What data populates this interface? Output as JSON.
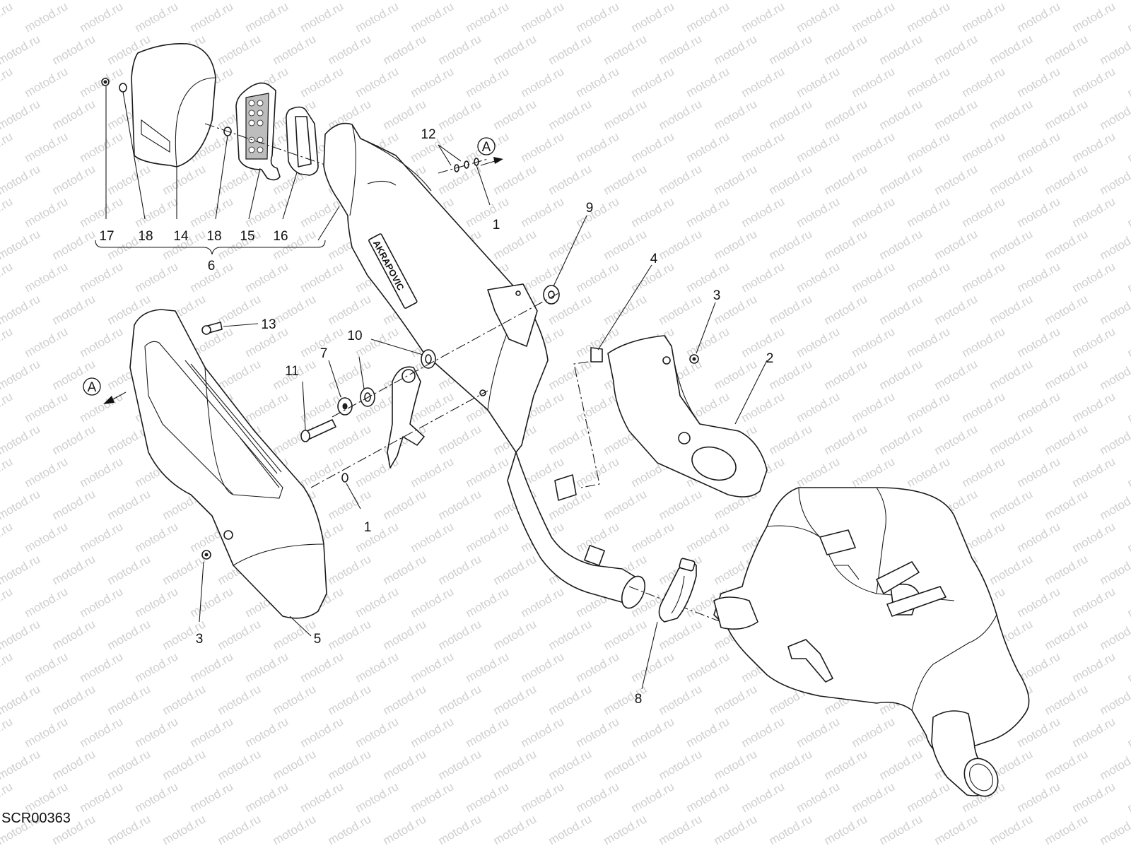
{
  "diagram": {
    "drawing_code": "SCR00363",
    "watermark_text": "motod.ru",
    "view_marker": "A",
    "brand_mark": "AKRAPOVIC",
    "callouts": [
      {
        "id": "c17",
        "text": "17"
      },
      {
        "id": "c18a",
        "text": "18"
      },
      {
        "id": "c14",
        "text": "14"
      },
      {
        "id": "c18b",
        "text": "18"
      },
      {
        "id": "c15",
        "text": "15"
      },
      {
        "id": "c16",
        "text": "16"
      },
      {
        "id": "c6",
        "text": "6"
      },
      {
        "id": "c12",
        "text": "12"
      },
      {
        "id": "c1a",
        "text": "1"
      },
      {
        "id": "c9",
        "text": "9"
      },
      {
        "id": "c4",
        "text": "4"
      },
      {
        "id": "c3a",
        "text": "3"
      },
      {
        "id": "c2",
        "text": "2"
      },
      {
        "id": "c13",
        "text": "13"
      },
      {
        "id": "c10",
        "text": "10"
      },
      {
        "id": "c7",
        "text": "7"
      },
      {
        "id": "c11",
        "text": "11"
      },
      {
        "id": "c1b",
        "text": "1"
      },
      {
        "id": "c3b",
        "text": "3"
      },
      {
        "id": "c5",
        "text": "5"
      },
      {
        "id": "c8",
        "text": "8"
      }
    ]
  }
}
